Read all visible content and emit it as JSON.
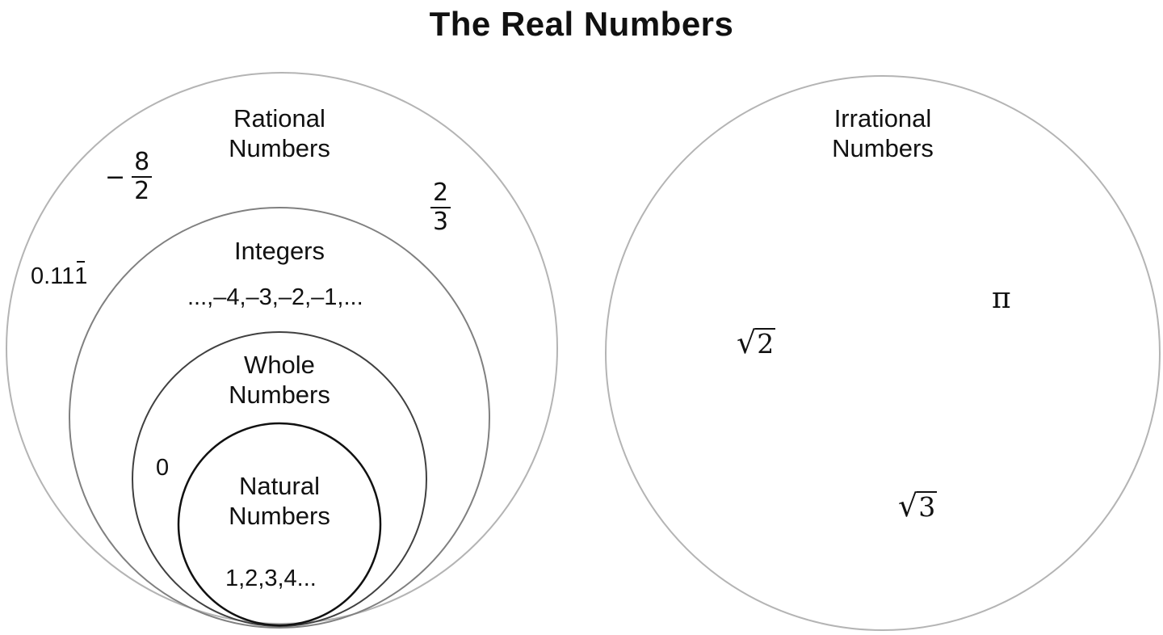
{
  "title": "The Real Numbers",
  "rational": {
    "label_line1": "Rational",
    "label_line2": "Numbers",
    "examples": {
      "neg_fraction_sign": "−",
      "neg_fraction_num": "8",
      "neg_fraction_den": "2",
      "fraction_num": "2",
      "fraction_den": "3",
      "repeating_prefix": "0.11",
      "repeating_digit": "1"
    }
  },
  "integers": {
    "label": "Integers",
    "examples": "...,–4,–3,–2,–1,..."
  },
  "whole": {
    "label_line1": "Whole",
    "label_line2": "Numbers",
    "examples": "0"
  },
  "natural": {
    "label_line1": "Natural",
    "label_line2": "Numbers",
    "examples": "1,2,3,4..."
  },
  "irrational": {
    "label_line1": "Irrational",
    "label_line2": "Numbers",
    "examples": {
      "sqrt_two_arg": "2",
      "sqrt_three_arg": "3",
      "pi": "π"
    }
  },
  "colors": {
    "outer_circle_stroke": "#b4b4b4",
    "integers_circle_stroke": "#808080",
    "whole_circle_stroke": "#404040",
    "natural_circle_stroke": "#111111",
    "text": "#111111"
  }
}
